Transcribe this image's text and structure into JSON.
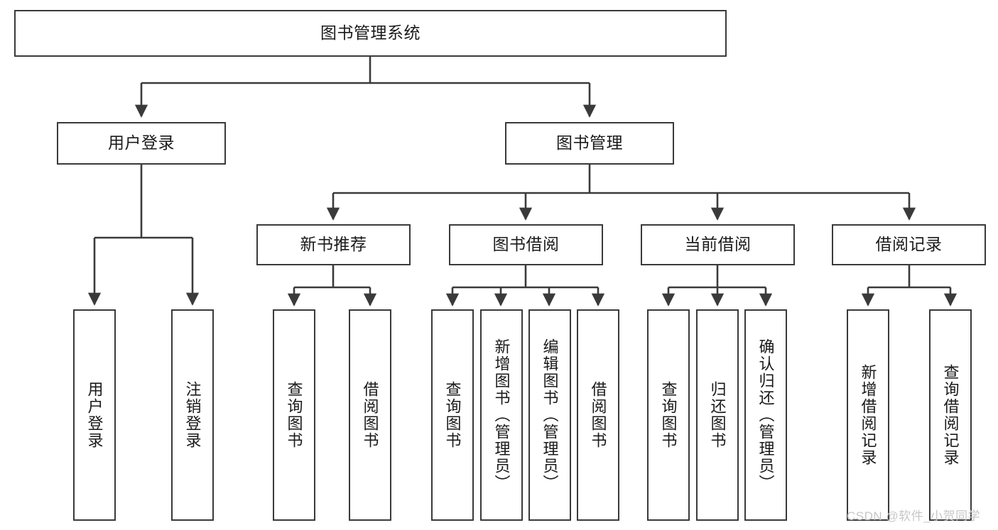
{
  "diagram": {
    "title": "图书管理系统",
    "type": "tree-hierarchy",
    "orientation": "top-down",
    "colors": {
      "box_border": "#3a3a3a",
      "box_fill": "#ffffff",
      "edge": "#3a3a3a",
      "text": "#1a1a1a",
      "watermark": "#c7c7c7",
      "background": "#ffffff"
    }
  },
  "nodes": {
    "root": {
      "label": "图书管理系统"
    },
    "level2": [
      {
        "label": "用户登录"
      },
      {
        "label": "图书管理"
      }
    ],
    "level3": [
      {
        "label": "新书推荐"
      },
      {
        "label": "图书借阅"
      },
      {
        "label": "当前借阅"
      },
      {
        "label": "借阅记录"
      }
    ],
    "leaves": {
      "user_login": [
        {
          "label": "用户登录"
        },
        {
          "label": "注销登录"
        }
      ],
      "new_book_recommend": [
        {
          "label": "查询图书"
        },
        {
          "label": "借阅图书"
        }
      ],
      "book_borrow": [
        {
          "label": "查询图书"
        },
        {
          "label": "新增图书（管理员）"
        },
        {
          "label": "编辑图书（管理员）"
        },
        {
          "label": "借阅图书"
        }
      ],
      "current_borrow": [
        {
          "label": "查询图书"
        },
        {
          "label": "归还图书"
        },
        {
          "label": "确认归还（管理员）"
        }
      ],
      "borrow_record": [
        {
          "label": "新增借阅记录"
        },
        {
          "label": "查询借阅记录"
        }
      ]
    }
  },
  "watermark": {
    "text": "CSDN @软件_小贺同学"
  }
}
